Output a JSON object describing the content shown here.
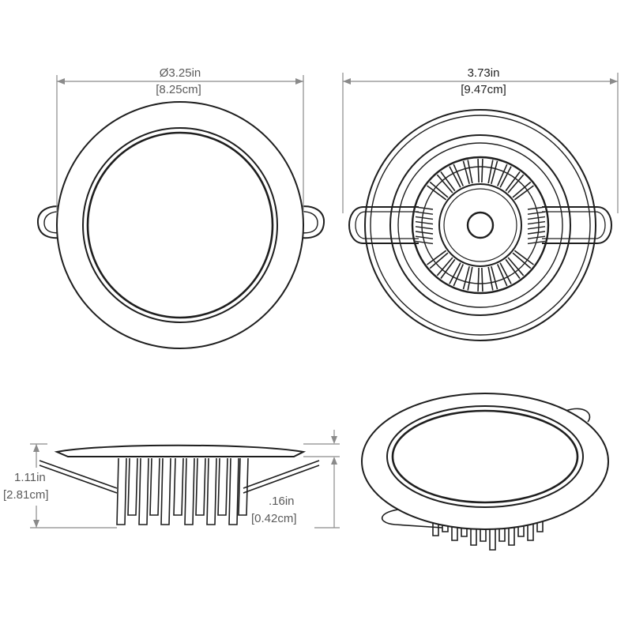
{
  "top_left_view": {
    "diameter_in": "Ø3.25in",
    "diameter_cm": "[8.25cm]"
  },
  "top_right_view": {
    "width_in": "3.73in",
    "width_cm": "[9.47cm]"
  },
  "side_view": {
    "height_in": "1.11in",
    "height_cm": "[2.81cm]",
    "flange_in": ".16in",
    "flange_cm": "[0.42cm]"
  },
  "colors": {
    "line": "#1e1e1e",
    "dimension_line": "#8a8a8a",
    "text": "#5a5a5a"
  }
}
